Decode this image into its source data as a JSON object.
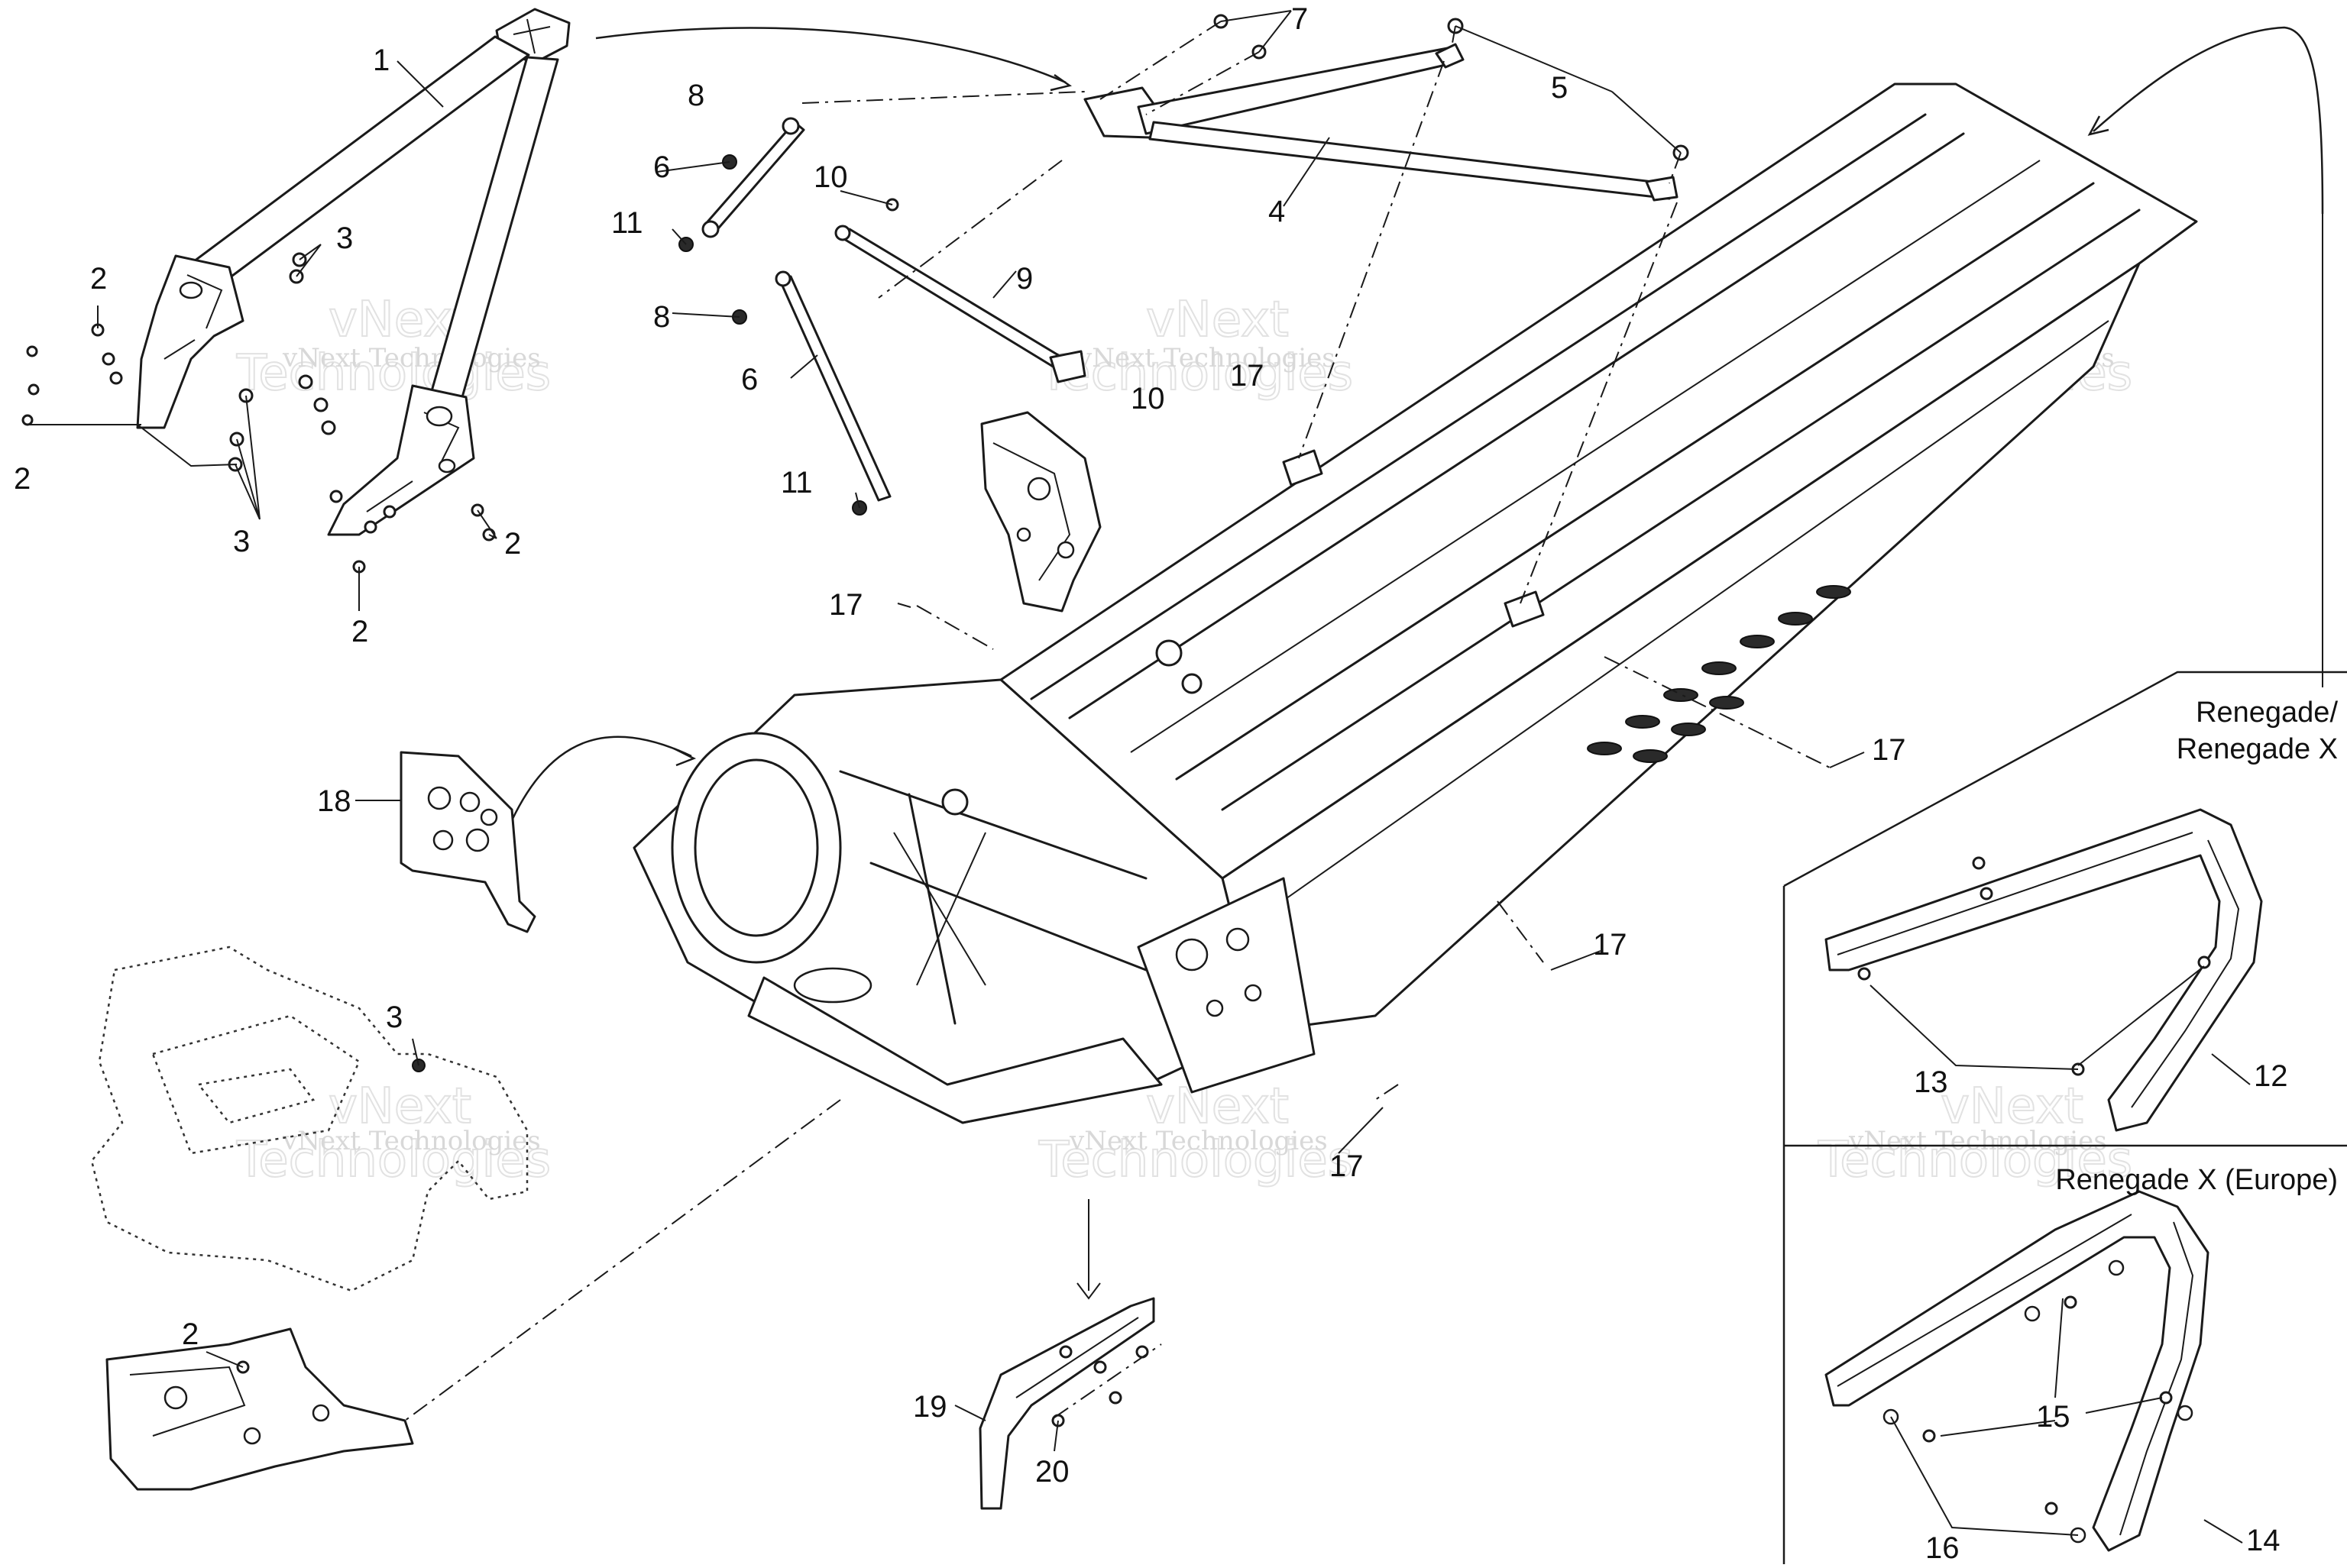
{
  "callouts": [
    {
      "id": "c1",
      "text": "1"
    },
    {
      "id": "c2a",
      "text": "2"
    },
    {
      "id": "c2b",
      "text": "2"
    },
    {
      "id": "c2c",
      "text": "2"
    },
    {
      "id": "c2d",
      "text": "2"
    },
    {
      "id": "c2e",
      "text": "2"
    },
    {
      "id": "c3a",
      "text": "3"
    },
    {
      "id": "c3b",
      "text": "3"
    },
    {
      "id": "c3c",
      "text": "3"
    },
    {
      "id": "c4",
      "text": "4"
    },
    {
      "id": "c5",
      "text": "5"
    },
    {
      "id": "c6a",
      "text": "6"
    },
    {
      "id": "c6b",
      "text": "6"
    },
    {
      "id": "c7",
      "text": "7"
    },
    {
      "id": "c8a",
      "text": "8"
    },
    {
      "id": "c8b",
      "text": "8"
    },
    {
      "id": "c9",
      "text": "9"
    },
    {
      "id": "c10a",
      "text": "10"
    },
    {
      "id": "c10b",
      "text": "10"
    },
    {
      "id": "c11a",
      "text": "11"
    },
    {
      "id": "c11b",
      "text": "11"
    },
    {
      "id": "c12",
      "text": "12"
    },
    {
      "id": "c13",
      "text": "13"
    },
    {
      "id": "c14",
      "text": "14"
    },
    {
      "id": "c15",
      "text": "15"
    },
    {
      "id": "c16",
      "text": "16"
    },
    {
      "id": "c17a",
      "text": "17"
    },
    {
      "id": "c17b",
      "text": "17"
    },
    {
      "id": "c17c",
      "text": "17"
    },
    {
      "id": "c17d",
      "text": "17"
    },
    {
      "id": "c17e",
      "text": "17"
    },
    {
      "id": "c18",
      "text": "18"
    },
    {
      "id": "c19",
      "text": "19"
    },
    {
      "id": "c20",
      "text": "20"
    }
  ],
  "models": {
    "renegade_line1": "Renegade/",
    "renegade_line2": "Renegade X",
    "renegade_x_europe": "Renegade X (Europe)"
  },
  "watermark": {
    "small": "vNext Technologies",
    "big_line1": "vNext",
    "big_line2": "Technologies"
  }
}
